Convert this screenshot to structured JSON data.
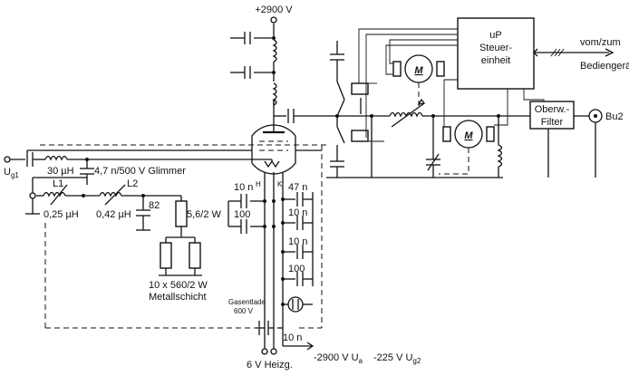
{
  "labels": {
    "hv_plus": "+2900 V",
    "hv_minus": "-2900 V U",
    "hv_minus_sub": "a",
    "grid2": "-225 V U",
    "grid2_sub": "g2",
    "heater": "6 V Heizg.",
    "input": "U",
    "input_sub": "g1",
    "l30": "30 µH",
    "c_mica": "4,7 n/500 V Glimmer",
    "l1": "L1",
    "l2": "L2",
    "l1_val": "0,25 µH",
    "l2_val": "0,42 µH",
    "c82": "82",
    "r56": "5,6/2 W",
    "rload1": "10 x 560/2 W",
    "rload2": "Metallschicht",
    "c10n_a": "10 n",
    "c100_a": "100",
    "c47n": "47 n",
    "c10n_b": "10 n",
    "c10n_c": "10 n",
    "c100_b": "100",
    "c10n_d": "10 n",
    "gas1": "Gasentlade",
    "gas2": "600 V",
    "pin_h": "H",
    "pin_k": "K",
    "ctrl1": "uP",
    "ctrl2": "Steuer-",
    "ctrl3": "einheit",
    "remote1": "vom/zum",
    "remote2": "Bediengerät",
    "filter1": "Oberw.-",
    "filter2": "Filter",
    "output": "Bu2",
    "motor1": "M",
    "motor2": "M"
  }
}
